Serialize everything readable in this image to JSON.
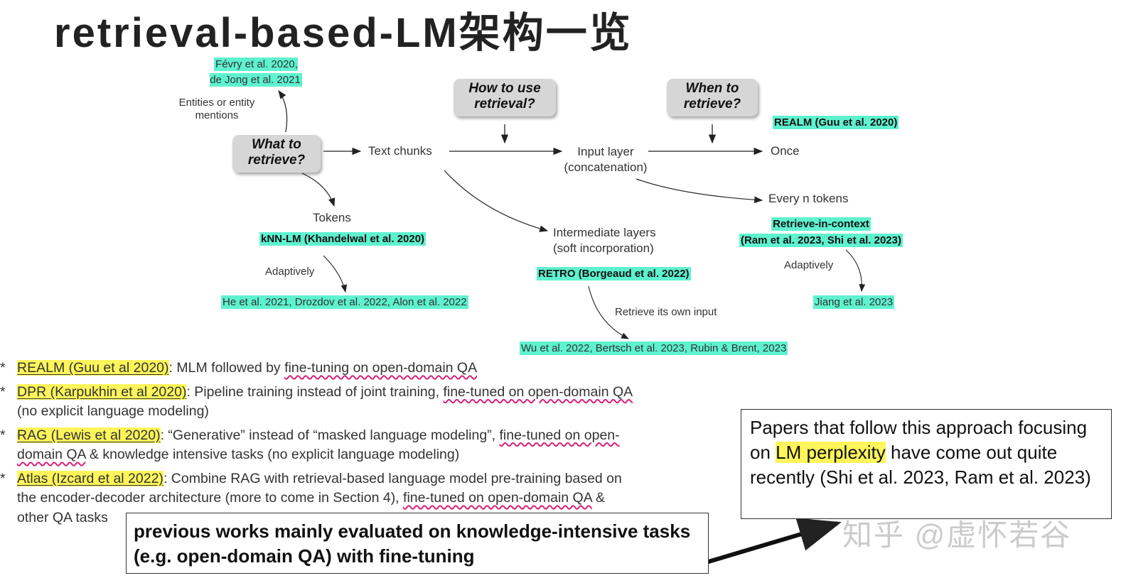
{
  "title": "retrieval-based-LM架构一览",
  "diagram": {
    "questions": {
      "what": "What to retrieve?",
      "how": "How to use retrieval?",
      "when": "When to retrieve?"
    },
    "nodes": {
      "text_chunks": "Text chunks",
      "input_layer": "Input layer (concatenation)",
      "once": "Once",
      "every_n": "Every n tokens",
      "tokens": "Tokens",
      "intermediate": "Intermediate layers (soft incorporation)",
      "entities": "Entities or entity mentions"
    },
    "edge_labels": {
      "adaptively_1": "Adaptively",
      "adaptively_2": "Adaptively",
      "retrieve_own": "Retrieve its own input"
    },
    "citations": {
      "fevry": "Févry et al. 2020, de Jong et al. 2021",
      "realm": "REALM (Guu et al. 2020)",
      "knnlm": "kNN-LM (Khandelwal et al. 2020)",
      "he": "He et al. 2021, Drozdov et al. 2022, Alon et al. 2022",
      "retro": "RETRO (Borgeaud et al. 2022)",
      "wu": "Wu et al. 2022, Bertsch et al. 2023, Rubin & Brent, 2023",
      "ric_title": "Retrieve-in-context",
      "ric_refs": "(Ram et al. 2023, Shi et al. 2023)",
      "jiang": "Jiang et al. 2023"
    }
  },
  "bullets": [
    {
      "star": "*",
      "name": "REALM (Guu et al 2020)",
      "text1": ": MLM followed by ",
      "u1": "fine-tuning on open-domain QA",
      "text2": "",
      "line2": ""
    },
    {
      "star": "*",
      "name": "DPR (Karpukhin et al 2020)",
      "text1": ": Pipeline training instead of joint training, ",
      "u1": "fine-tuned on open-domain QA",
      "text2": "",
      "line2": "(no explicit language modeling)"
    },
    {
      "star": "*",
      "name": "RAG (Lewis et al 2020)",
      "text1": ": “Generative” instead of “masked language modeling”, ",
      "u1": "fine-tuned on open-",
      "u2": "domain QA",
      "line2_rest": " & knowledge intensive tasks (no explicit language modeling)"
    },
    {
      "star": "*",
      "name": "Atlas (Izcard et al 2022)",
      "text1": ": Combine RAG with retrieval-based language model pre-training based on",
      "line2a": "the encoder-decoder architecture (more to come in Section 4), ",
      "u1": "fine-tuned on open-domain QA",
      "line2b": " &",
      "line3": "other QA tasks"
    }
  ],
  "box_right": {
    "pre": "Papers that follow this approach focusing on ",
    "highlight": "LM perplexity",
    "post": " have come out quite recently (Shi et al. 2023, Ram et al. 2023)"
  },
  "box_bottom": "previous works mainly evaluated on knowledge-intensive tasks (e.g. open-domain QA) with fine-tuning",
  "watermark": "知乎 @虚怀若谷",
  "colors": {
    "cyan_highlight": "#5ef2cf",
    "yellow_highlight": "#fdf55a",
    "underline": "#d4237a"
  }
}
